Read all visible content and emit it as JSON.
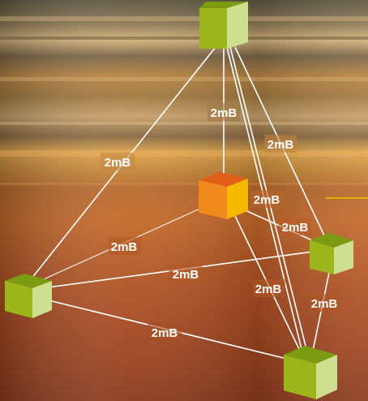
{
  "diagram": {
    "nodes": [
      {
        "id": "top",
        "kind": "green-cube"
      },
      {
        "id": "center",
        "kind": "orange-cube"
      },
      {
        "id": "left",
        "kind": "green-cube"
      },
      {
        "id": "right",
        "kind": "green-cube"
      },
      {
        "id": "bottom",
        "kind": "green-cube"
      }
    ],
    "edges": [
      {
        "from": "top",
        "to": "center",
        "label": "2mB"
      },
      {
        "from": "top",
        "to": "left",
        "label": "2mB"
      },
      {
        "from": "top",
        "to": "right",
        "label": "2mB"
      },
      {
        "from": "top",
        "to": "bottom",
        "label": "2mB"
      },
      {
        "from": "top",
        "to": "bottom",
        "label": "2mB"
      },
      {
        "from": "center",
        "to": "right",
        "label": "2mB"
      },
      {
        "from": "center",
        "to": "left",
        "label": "2mB"
      },
      {
        "from": "center",
        "to": "bottom",
        "label": "2mB"
      },
      {
        "from": "left",
        "to": "right",
        "label": "2mB"
      },
      {
        "from": "left",
        "to": "bottom",
        "label": "2mB"
      },
      {
        "from": "right",
        "to": "bottom",
        "label": "2mB"
      }
    ],
    "colors": {
      "edge": "#ffffff",
      "label": "#ffffff",
      "green_front": "#9cb51a",
      "green_top": "#7c9a12",
      "green_side": "#cfdf8f",
      "orange_front": "#f08a1e",
      "orange_top": "#e0601a",
      "orange_side": "#f7b800",
      "accent_line": "#f0c000"
    }
  }
}
